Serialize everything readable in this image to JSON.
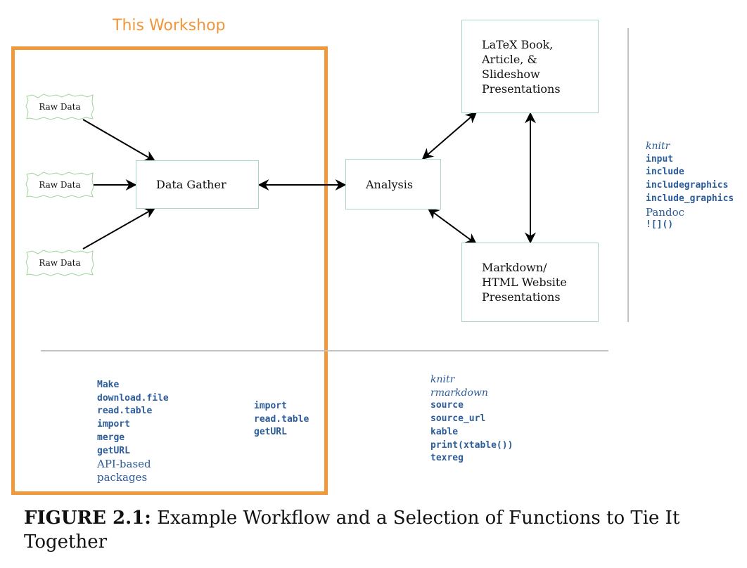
{
  "workshop_label": "This Workshop",
  "nodes": {
    "raw_data_1": "Raw Data",
    "raw_data_2": "Raw Data",
    "raw_data_3": "Raw Data",
    "data_gather": "Data Gather",
    "analysis": "Analysis",
    "latex_output": [
      "LaTeX Book,",
      "Article, &",
      "Slideshow",
      "Presentations"
    ],
    "markdown_output": [
      "Markdown/",
      "HTML Website",
      "Presentations"
    ]
  },
  "functions": {
    "gather_col1": [
      {
        "text": "Make",
        "style": "mono"
      },
      {
        "text": "download.file",
        "style": "mono"
      },
      {
        "text": "read.table",
        "style": "mono"
      },
      {
        "text": "import",
        "style": "mono"
      },
      {
        "text": "merge",
        "style": "mono"
      },
      {
        "text": "getURL",
        "style": "mono"
      },
      {
        "text": "API-based",
        "style": "serif"
      },
      {
        "text": "packages",
        "style": "serif"
      }
    ],
    "gather_col2": [
      {
        "text": "import",
        "style": "mono"
      },
      {
        "text": "read.table",
        "style": "mono"
      },
      {
        "text": "getURL",
        "style": "mono"
      }
    ],
    "analysis": [
      {
        "text": "knitr",
        "style": "italic"
      },
      {
        "text": "rmarkdown",
        "style": "italic"
      },
      {
        "text": "source",
        "style": "mono"
      },
      {
        "text": "source_url",
        "style": "mono"
      },
      {
        "text": "kable",
        "style": "mono"
      },
      {
        "text": "print(xtable())",
        "style": "mono"
      },
      {
        "text": "texreg",
        "style": "mono"
      }
    ],
    "presentation": [
      {
        "text": "knitr",
        "style": "italic"
      },
      {
        "text": "input",
        "style": "mono"
      },
      {
        "text": "include",
        "style": "mono"
      },
      {
        "text": "includegraphics",
        "style": "mono"
      },
      {
        "text": "include_graphics",
        "style": "mono"
      },
      {
        "text": "Pandoc",
        "style": "serif"
      },
      {
        "text": "![]()",
        "style": "mono"
      }
    ]
  },
  "caption": {
    "label": "FIGURE 2.1:",
    "text": "Example Workflow and a Selection of Functions to Tie It Together"
  },
  "colors": {
    "workshop_orange": "#f0993b",
    "box_border": "#a9d3cd",
    "function_blue": "#2c5c9a",
    "divider_gray": "#c4c4c4",
    "raw_data_border": "#9fd39a"
  }
}
